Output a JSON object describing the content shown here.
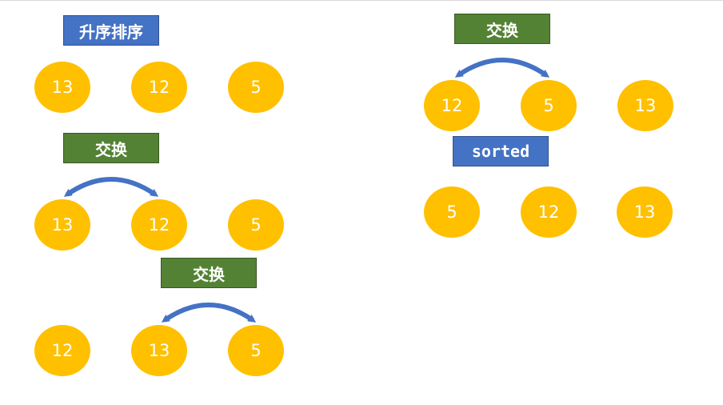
{
  "colors": {
    "node_fill": "#ffc000",
    "label_blue": "#4472c4",
    "label_green": "#548235",
    "arrow": "#4472c4"
  },
  "panels": [
    {
      "label": "升序排序",
      "label_style": "blue",
      "nodes": [
        "13",
        "12",
        "5"
      ]
    },
    {
      "label": "交换",
      "label_style": "green",
      "swap": "1-2",
      "nodes": [
        "13",
        "12",
        "5"
      ]
    },
    {
      "label": "交换",
      "label_style": "green",
      "swap": "2-3",
      "nodes": [
        "12",
        "13",
        "5"
      ]
    },
    {
      "label": "交换",
      "label_style": "green",
      "swap": "1-2",
      "nodes": [
        "12",
        "5",
        "13"
      ]
    },
    {
      "label": "sorted",
      "label_style": "blue",
      "nodes": [
        "5",
        "12",
        "13"
      ]
    }
  ]
}
